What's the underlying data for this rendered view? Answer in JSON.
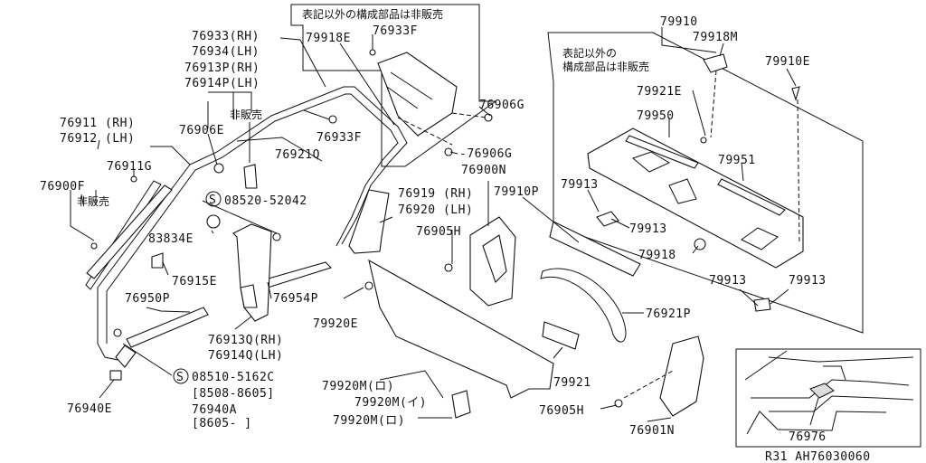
{
  "notes": {
    "not_sold_box": "表記以外の構成部品は非販売",
    "right_box_line1": "表記以外の",
    "right_box_line2": "構成部品は非販売",
    "not_sold_1": "非販売",
    "not_sold_2": "非販売"
  },
  "labels": {
    "p76933": "76933(RH)",
    "p76934": "76934(LH)",
    "p76913p": "76913P(RH)",
    "p76914p": "76914P(LH)",
    "p76911": "76911 (RH)",
    "p76912": "76912 (LH)",
    "p76906e": "76906E",
    "p76911g": "76911G",
    "p76900f": "76900F",
    "p76921q": "76921Q",
    "p76933f_a": "76933F",
    "p76933f_b": "76933F",
    "p79918e": "79918E",
    "p76906g_a": "76906G",
    "p76906g_b": "-76906G",
    "p76900n": "76900N",
    "p08520": "08520-52042",
    "p83834e": "83834E",
    "p76919": "76919 (RH)",
    "p76920": "76920 (LH)",
    "p79910p": "79910P",
    "p76905h_a": "76905H",
    "p76915e": "76915E",
    "p76954p": "76954P",
    "p76950p": "76950P",
    "p79920e": "79920E",
    "p76913q": "76913Q(RH)",
    "p76914q": "76914Q(LH)",
    "p08510": "08510-5162C",
    "p08510_range": "[8508-8605]",
    "p76940a": "76940A",
    "p76940a_range": "[8605-     ]",
    "p76940e": "76940E",
    "p79920m_1": "79920M(ロ)",
    "p79920m_2": "79920M(イ)",
    "p79920m_3": "79920M(ロ)",
    "p79921": "79921",
    "p76921p": "76921P",
    "p76905h_b": "76905H",
    "p76901n": "76901N",
    "p79910": "79910",
    "p79918m": "79918M",
    "p79910e": "79910E",
    "p79921e": "79921E",
    "p79950": "79950",
    "p79951": "79951",
    "p79913_a": "79913",
    "p79913_b": "79913",
    "p79913_c": "79913",
    "p79913_d": "79913",
    "p79918": "79918",
    "p76976": "76976",
    "s_mark_1": "S",
    "s_mark_2": "S"
  },
  "footer": {
    "code": "R31  AH76030060"
  }
}
